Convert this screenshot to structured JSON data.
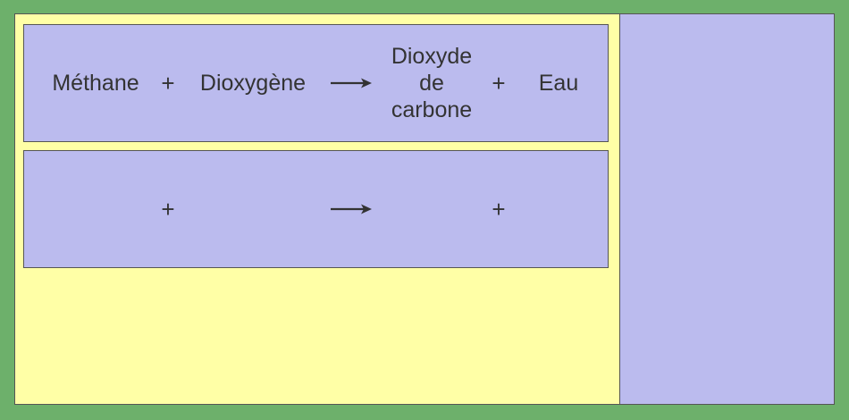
{
  "equations": [
    {
      "reactant1": "Méthane",
      "plus1": "+",
      "reactant2": "Dioxygène",
      "product1": "Dioxyde de carbone",
      "product1_lines": [
        "Dioxyde",
        "de",
        "carbone"
      ],
      "plus2": "+",
      "product2": "Eau"
    },
    {
      "reactant1": "",
      "plus1": "+",
      "reactant2": "",
      "product1": "",
      "plus2": "+",
      "product2": ""
    }
  ],
  "colors": {
    "background": "#6db06b",
    "workspace": "#ffffa6",
    "panel": "#bbbbee",
    "text": "#333333"
  },
  "icons": {
    "arrow": "right-arrow-icon"
  }
}
